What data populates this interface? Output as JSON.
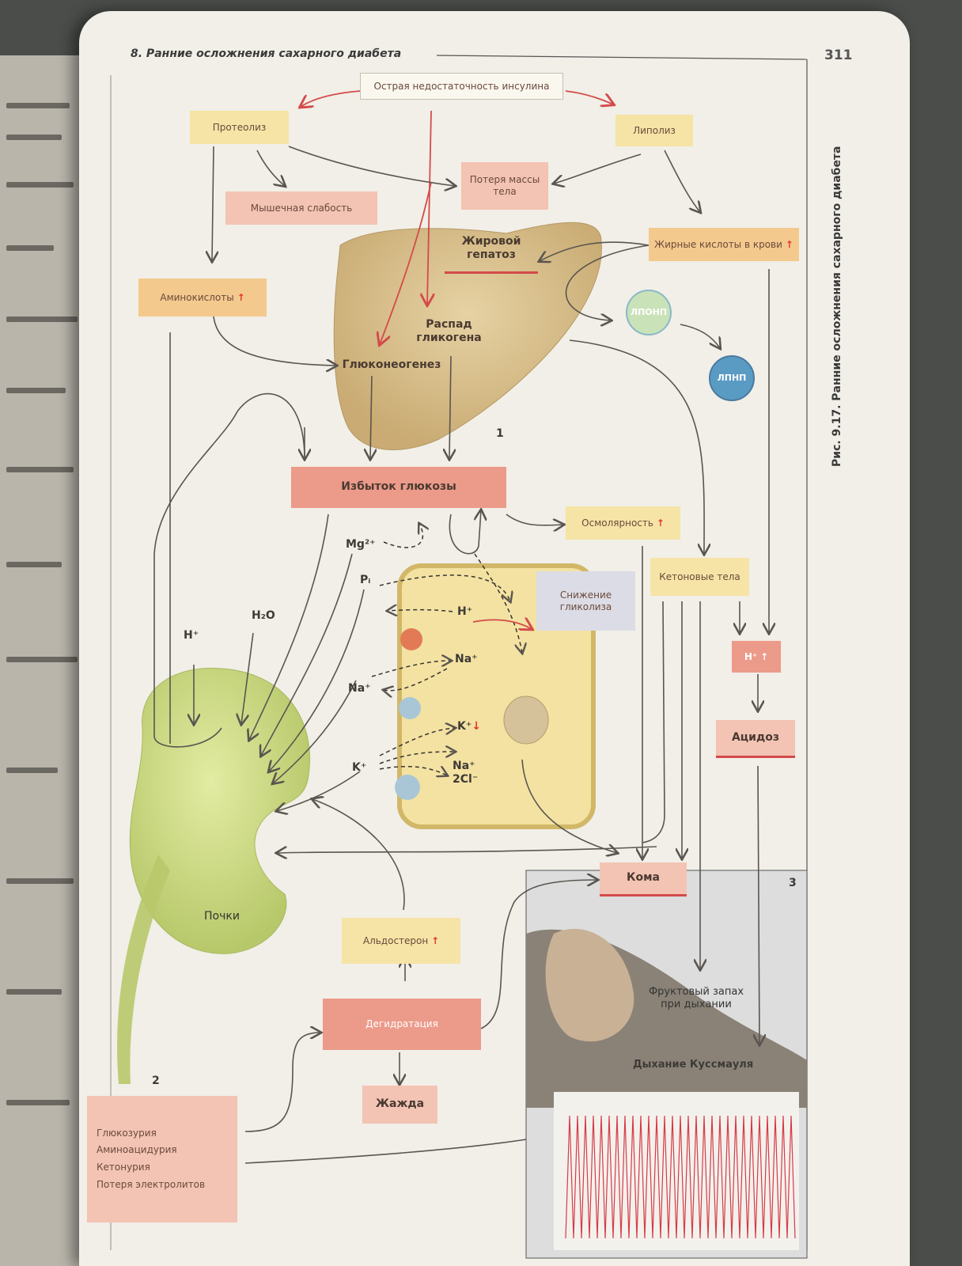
{
  "page": {
    "section_header": "8. Ранние осложнения сахарного диабета",
    "page_number": "311",
    "figure_caption": "Рис. 9.17. Ранние осложнения сахарного диабета"
  },
  "diagram": {
    "insulin_deficiency": "Острая недостаточность инсулина",
    "proteolysis": "Протеолиз",
    "lipolysis": "Липолиз",
    "weight_loss": "Потеря массы тела",
    "muscle_weakness": "Мышечная слабость",
    "fatty_hepatosis": "Жировой гепатоз",
    "fatty_acids": "Жирные кислоты в крови",
    "amino_acids": "Аминокислоты",
    "glycogen_breakdown": "Распад гликогена",
    "gluconeogenesis": "Глюконеогенез",
    "vldl": "ЛПОНП",
    "ldl": "ЛПНП",
    "liver_number": "1",
    "excess_glucose": "Избыток глюкозы",
    "osmolarity": "Осмолярность",
    "reduced_glycolysis": "Снижение гликолиза",
    "ketone_bodies": "Кетоновые тела",
    "h_ion_up": "H⁺",
    "acidosis": "Ацидоз",
    "coma": "Кома",
    "kidneys": "Почки",
    "kidney_number": "2",
    "coma_number": "3",
    "aldosterone": "Альдостерон",
    "dehydration": "Дегидратация",
    "thirst": "Жажда",
    "fruity_breath": "Фруктовый запах при дыхании",
    "kussmaul": "Дыхание Куссмауля",
    "urine_losses": [
      "Глюкозурия",
      "Аминоацидурия",
      "Кетонурия",
      "Потеря электролитов"
    ],
    "ions": {
      "mg": "Mg²⁺",
      "pi": "Pᵢ",
      "h2o": "H₂O",
      "h_left": "H⁺",
      "h_cell": "H⁺",
      "na_cell": "Na⁺",
      "na_out": "Na⁺",
      "k_cell": "K⁺",
      "k_out": "K⁺",
      "na_2cl": "Na⁺ 2Cl⁻"
    },
    "up_arrow": "↑",
    "down_arrow": "↓"
  },
  "colors": {
    "yellow_box": "#f6e4a6",
    "orange_box": "#f4c98e",
    "pink_box": "#f3c3b4",
    "salmon_box": "#ec9a8a",
    "arrow_gray": "#5a5550",
    "arrow_red": "#d44a4a",
    "liver": "#d9c18f",
    "kidney": "#d4e08a",
    "cell": "#f3e2a2"
  }
}
